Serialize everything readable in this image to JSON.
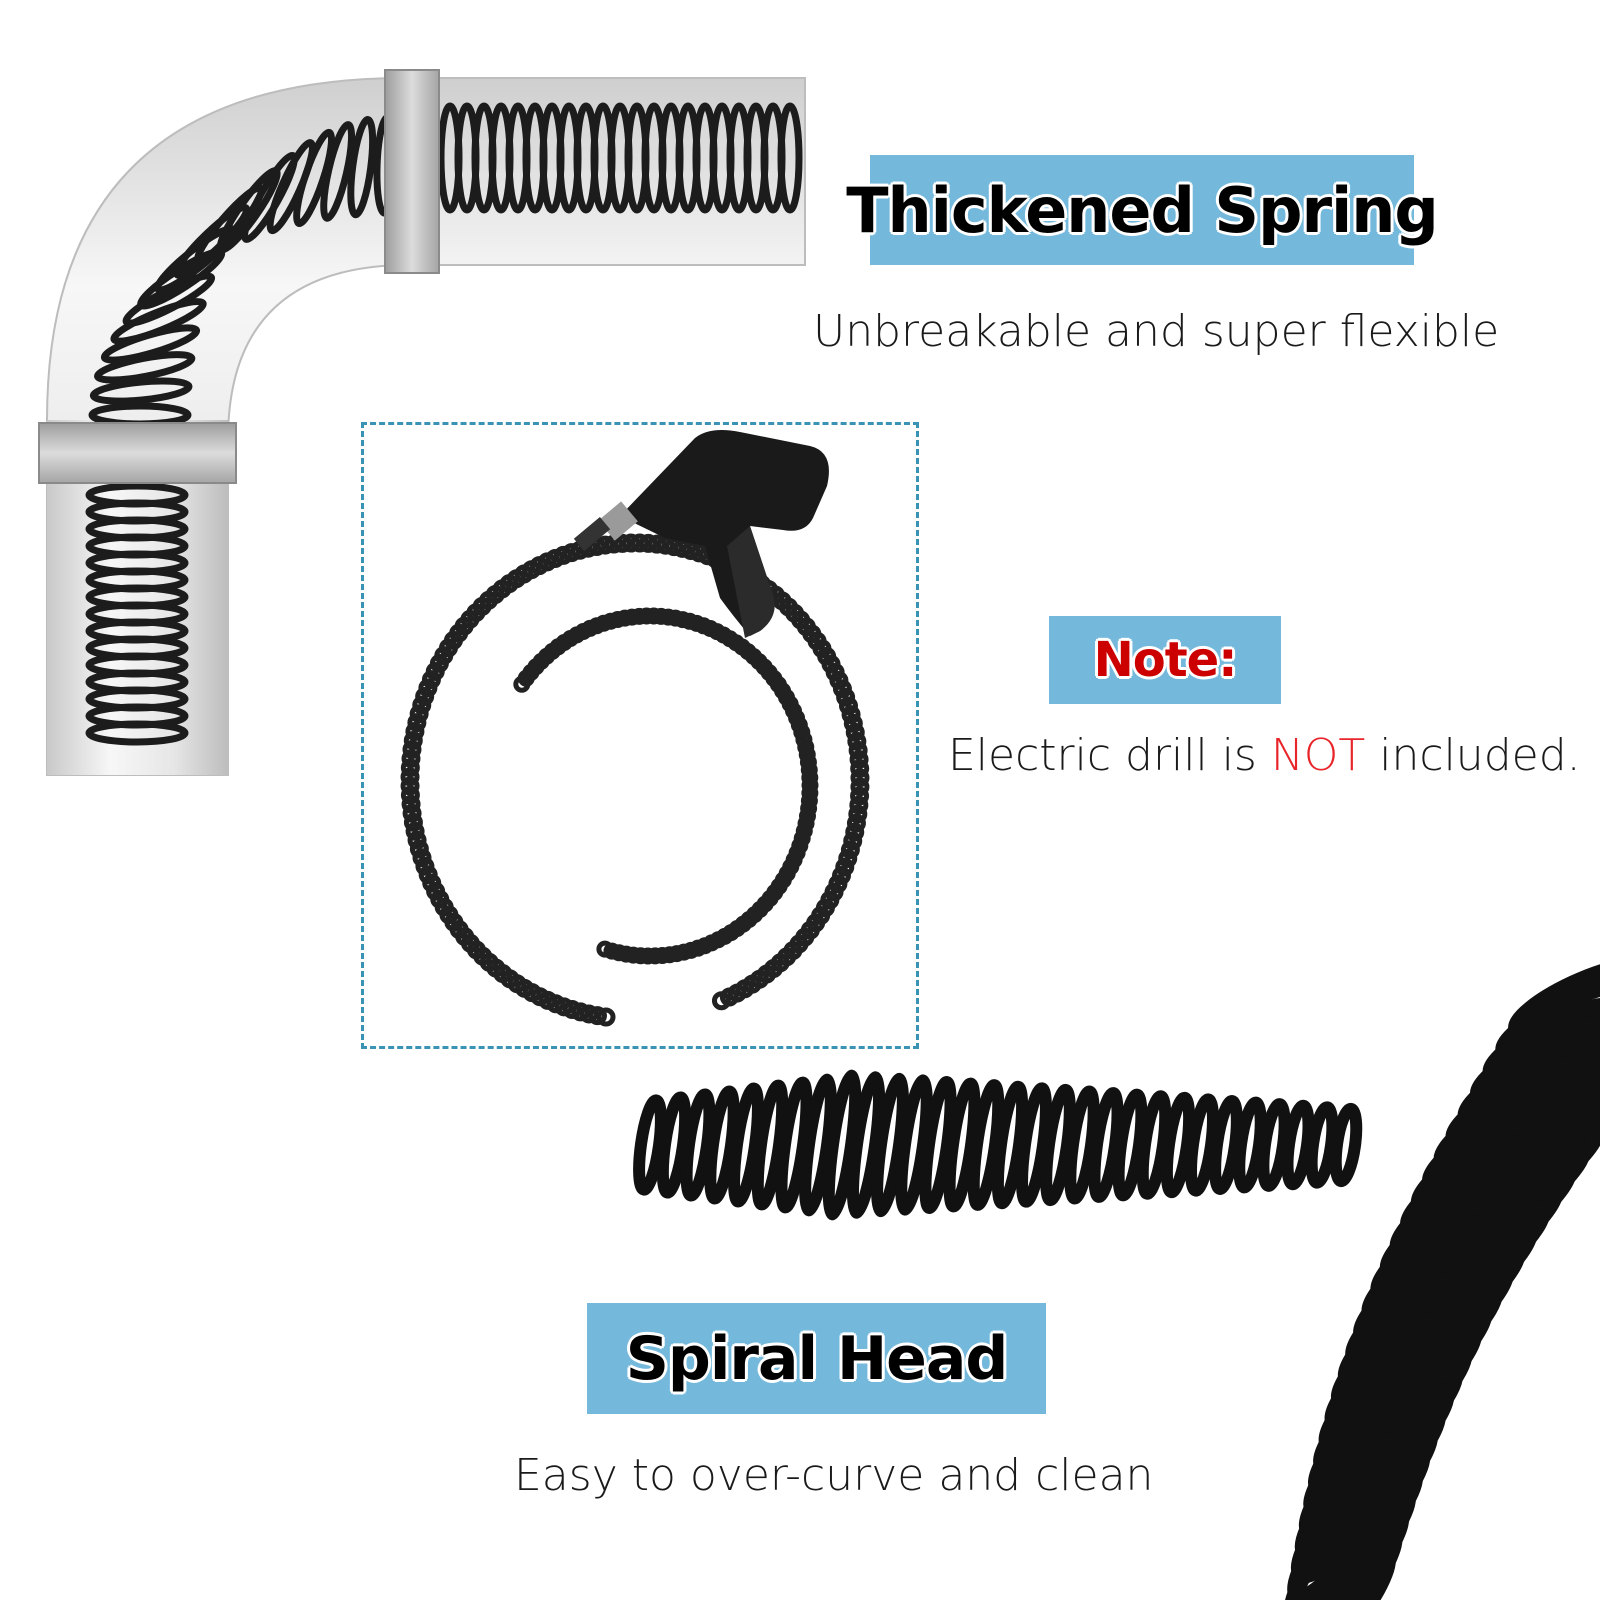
{
  "section_spring": {
    "heading": "Thickened Spring",
    "caption": "Unbreakable and super flexible"
  },
  "section_note": {
    "heading": "Note:",
    "caption_before": "Electric drill is ",
    "caption_highlight": "NOT",
    "caption_after": " included."
  },
  "section_head": {
    "heading": "Spiral Head",
    "caption": "Easy to over-curve and clean"
  },
  "colors": {
    "label_background": "#74b9dc",
    "note_red": "#e8252a",
    "frame_dash": "#3a92b5",
    "spring_dark": "#1c1c1c"
  },
  "icons": {
    "pipe": "elbow-pipe-illustration",
    "drill": "electric-drill-illustration",
    "spring": "drain-spring-cable"
  }
}
